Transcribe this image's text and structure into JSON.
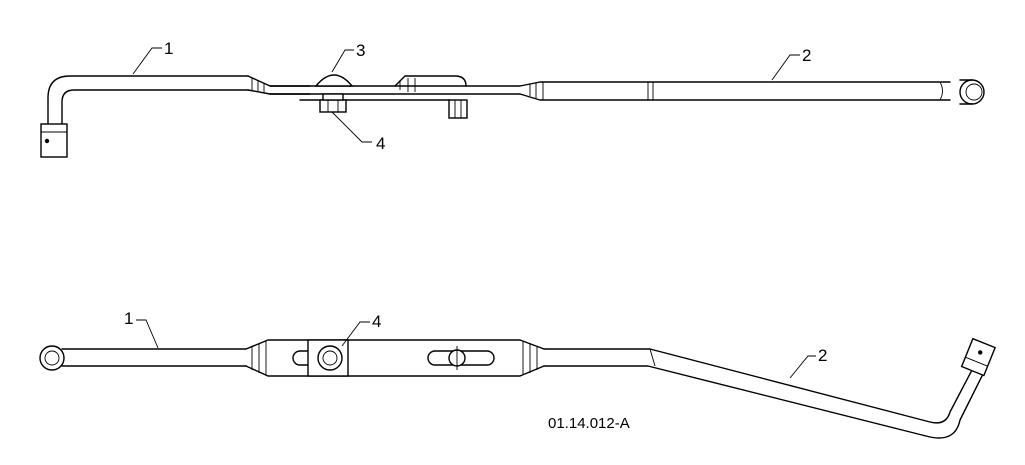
{
  "top_view": {
    "callouts": [
      {
        "id": "t1",
        "label": "1"
      },
      {
        "id": "t2",
        "label": "2"
      },
      {
        "id": "t3",
        "label": "3"
      },
      {
        "id": "t4",
        "label": "4"
      }
    ]
  },
  "bottom_view": {
    "callouts": [
      {
        "id": "b1",
        "label": "1"
      },
      {
        "id": "b2",
        "label": "2"
      },
      {
        "id": "b4",
        "label": "4"
      }
    ]
  },
  "document_id": "01.14.012-A"
}
